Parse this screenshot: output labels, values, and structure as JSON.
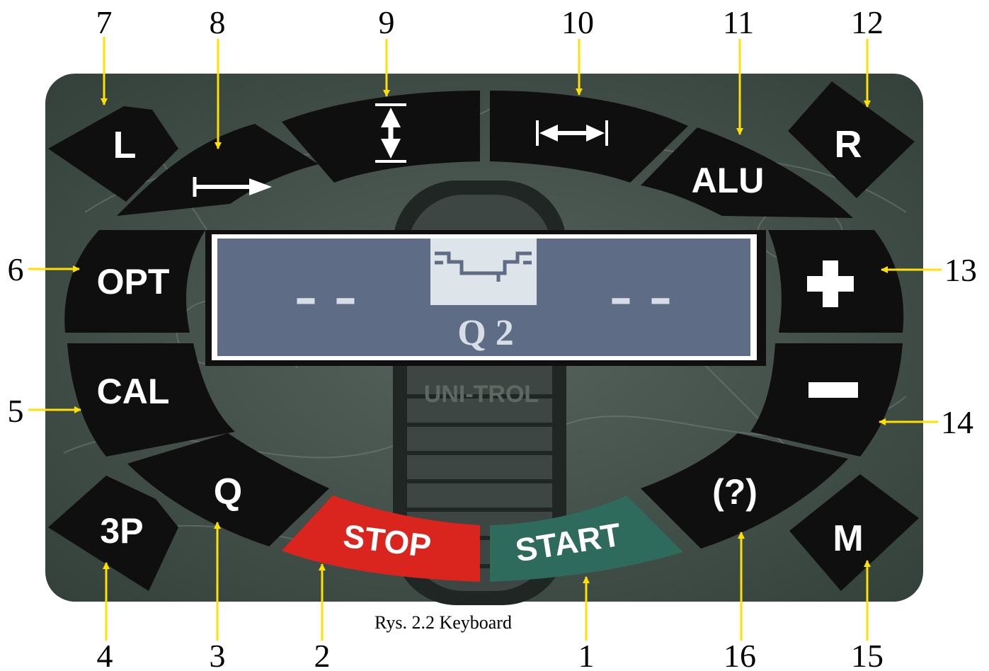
{
  "panel": {
    "brand_logo": "UNI-TROL",
    "colors": {
      "panel": "#3b4843",
      "key": "#0f0f0f",
      "stop": "#d9251d",
      "start": "#2e6b5d",
      "lcd": "#5f6c86",
      "arrow": "#ffe000"
    }
  },
  "display": {
    "left_dashes": "- -",
    "right_dashes": "- -",
    "mode": "Q 2",
    "center_icon": "rim-profile-icon"
  },
  "keys": {
    "L": "L",
    "R": "R",
    "ALU": "ALU",
    "OPT": "OPT",
    "CAL": "CAL",
    "Q": "Q",
    "P3": "3P",
    "M": "M",
    "help": "(?)",
    "stop": "STOP",
    "start": "START",
    "plus_icon": "plus-icon",
    "minus_icon": "minus-icon",
    "distance_icon": "arrow-right-icon",
    "diameter_icon": "vertical-dimension-icon",
    "width_icon": "horizontal-dimension-icon"
  },
  "callouts": {
    "n1": "1",
    "n2": "2",
    "n3": "3",
    "n4": "4",
    "n5": "5",
    "n6": "6",
    "n7": "7",
    "n8": "8",
    "n9": "9",
    "n10": "10",
    "n11": "11",
    "n12": "12",
    "n13": "13",
    "n14": "14",
    "n15": "15",
    "n16": "16"
  },
  "caption": "Rys. 2.2 Keyboard"
}
